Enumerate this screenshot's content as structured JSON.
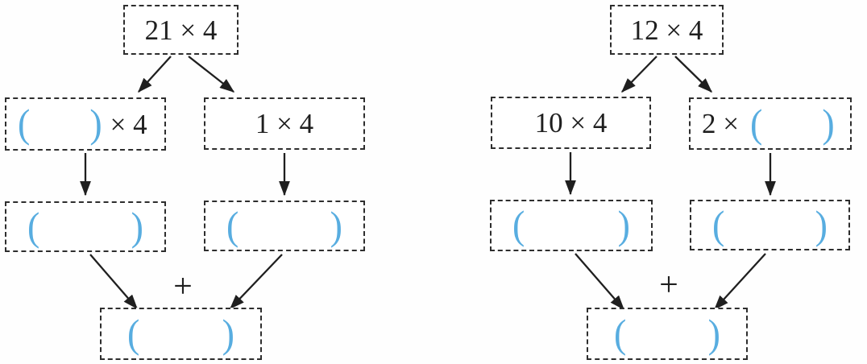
{
  "colors": {
    "paren_blue": "#58ade0",
    "ink": "#1f1f1f"
  },
  "left_diagram": {
    "top_box": "21 × 4",
    "branch_left": {
      "open_paren": "(",
      "close_paren": ")",
      "suffix": "× 4"
    },
    "branch_right": "1 × 4",
    "partial_left": {
      "open_paren": "(",
      "close_paren": ")"
    },
    "partial_right": {
      "open_paren": "(",
      "close_paren": ")"
    },
    "plus": "+",
    "result": {
      "open_paren": "(",
      "close_paren": ")"
    }
  },
  "right_diagram": {
    "top_box": "12 × 4",
    "branch_left": "10 × 4",
    "branch_right": {
      "prefix": "2 ×",
      "open_paren": "(",
      "close_paren": ")"
    },
    "partial_left": {
      "open_paren": "(",
      "close_paren": ")"
    },
    "partial_right": {
      "open_paren": "(",
      "close_paren": ")"
    },
    "plus": "+",
    "result": {
      "open_paren": "(",
      "close_paren": ")"
    }
  }
}
